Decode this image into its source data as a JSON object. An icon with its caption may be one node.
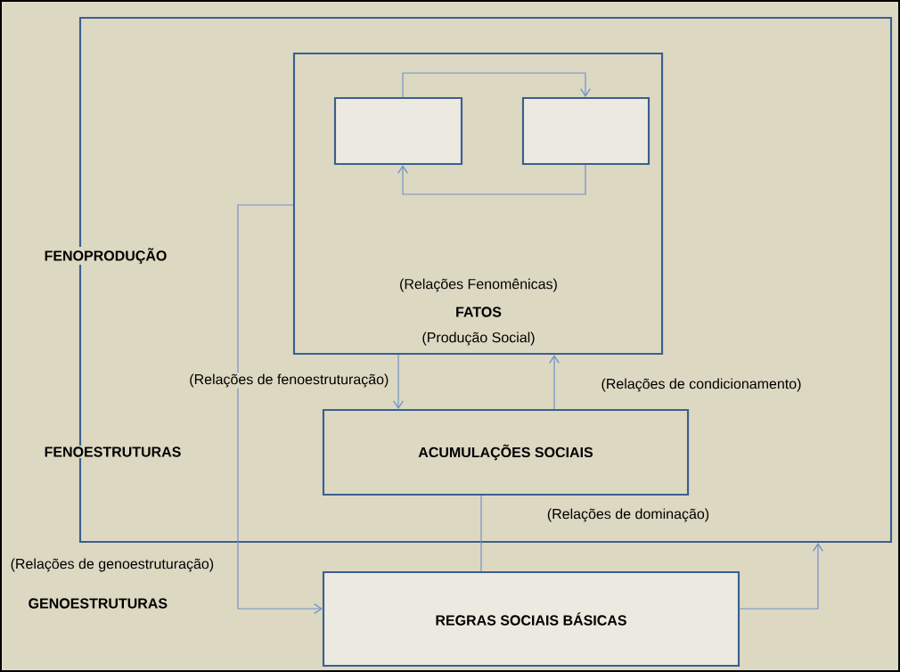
{
  "diagram": {
    "nodes": [
      {
        "text": [],
        "shape": "box"
      },
      {
        "text": [
          "(Relações  Fenomênicas)",
          "FATOS",
          "(Produção Social)"
        ],
        "in": 0
      },
      {
        "text": [],
        "shape": "box",
        "in": 1
      },
      {
        "text": [],
        "shape": "box",
        "in": 1
      },
      {
        "text": [
          "ACUMULAÇÕES SOCIAIS"
        ],
        "in": 0
      },
      {
        "text": [
          "REGRAS SOCIAIS BÁSICAS"
        ]
      }
    ],
    "edges": [
      {
        "from": 2,
        "to": 3,
        "arrow": "to"
      },
      {
        "from": 3,
        "to": 2,
        "arrow": "to"
      },
      {
        "from": 1,
        "to": 4,
        "arrow": "to",
        "label": "(Relações de fenoestruturação)"
      },
      {
        "from": 4,
        "to": 1,
        "arrow": "to",
        "label": "(Relações de condicionamento)"
      },
      {
        "from": 4,
        "to": 5,
        "arrow": "none",
        "label": "(Relações de dominação)"
      },
      {
        "from": 1,
        "to": 5,
        "arrow": "to",
        "label": "(Relações de  genoestruturação)"
      },
      {
        "from": 5,
        "to": 0,
        "arrow": "to"
      }
    ],
    "labels": [
      "FENOPRODUÇÃO",
      "FENOESTRUTURAS",
      "GENOESTRUTURAS"
    ]
  }
}
